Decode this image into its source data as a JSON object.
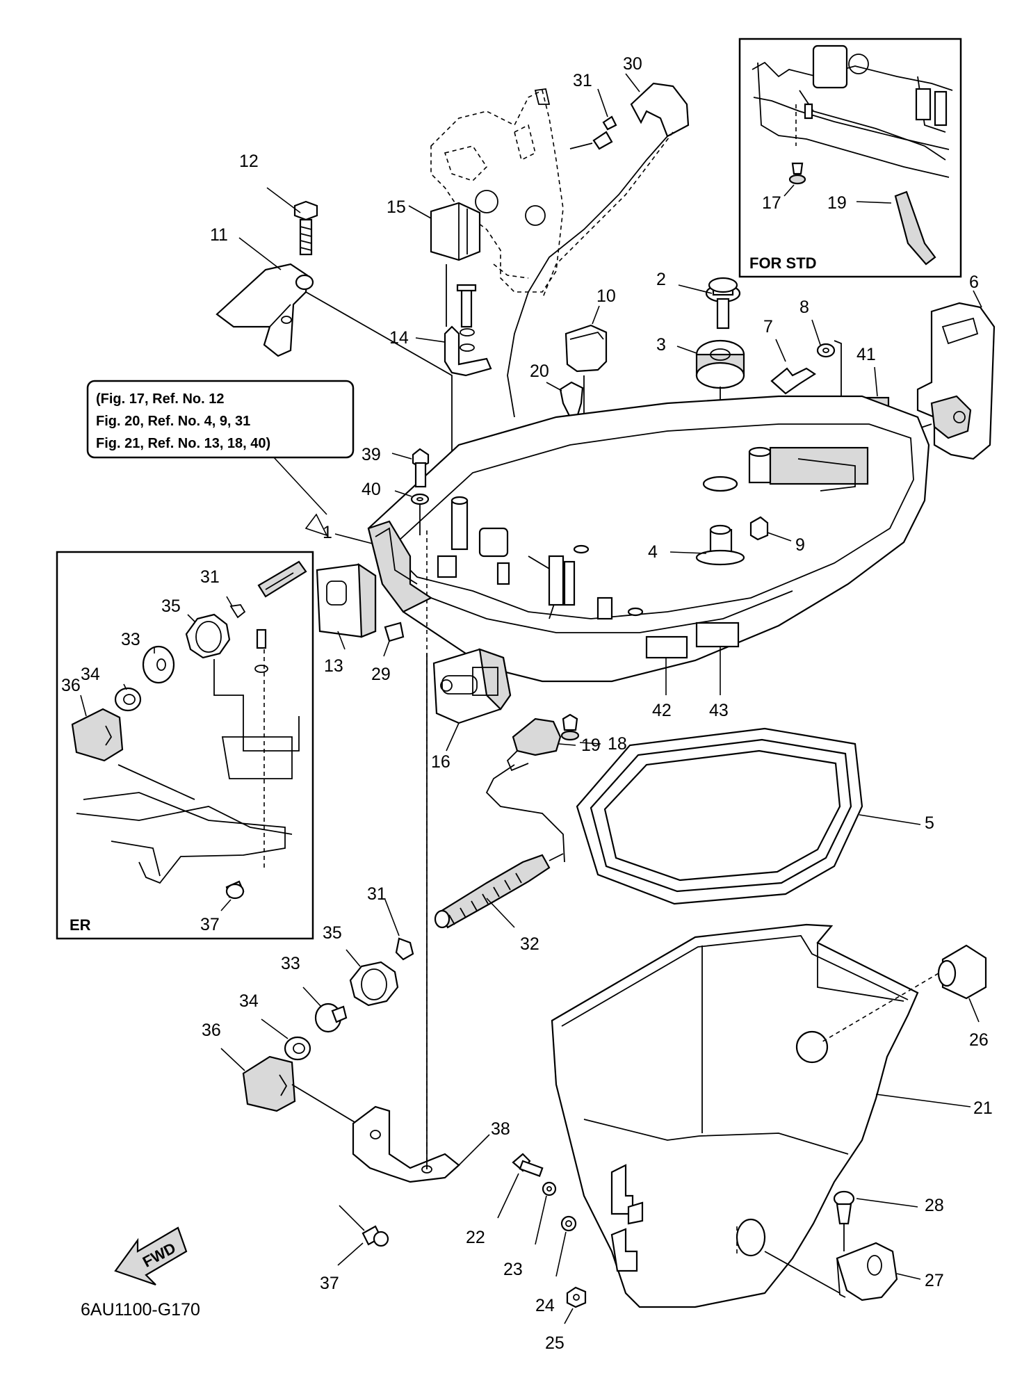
{
  "inset_std": {
    "title": "FOR STD",
    "callouts": [
      "17",
      "19"
    ]
  },
  "inset_er": {
    "title": "ER",
    "callouts": [
      "31",
      "35",
      "33",
      "34",
      "36",
      "37"
    ]
  },
  "reference_note": {
    "lines": [
      "(Fig. 17, Ref. No. 12",
      " Fig. 20, Ref. No. 4, 9, 31",
      " Fig. 21, Ref. No. 13, 18, 40)"
    ]
  },
  "callouts": [
    "30",
    "31",
    "12",
    "11",
    "15",
    "14",
    "10",
    "20",
    "2",
    "3",
    "7",
    "8",
    "6",
    "41",
    "39",
    "40",
    "1",
    "4",
    "9",
    "13",
    "29",
    "16",
    "18",
    "19",
    "42",
    "43",
    "5",
    "31",
    "35",
    "32",
    "33",
    "34",
    "36",
    "38",
    "26",
    "21",
    "28",
    "27",
    "22",
    "23",
    "24",
    "25",
    "37"
  ],
  "fwd_label": "FWD",
  "part_code": "6AU1100-G170"
}
